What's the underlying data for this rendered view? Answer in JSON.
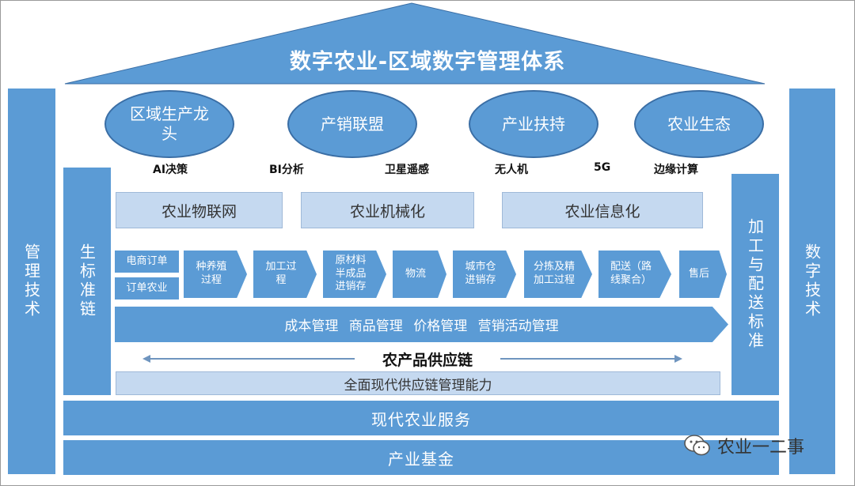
{
  "title": "数字农业-区域数字管理体系",
  "left_outer_pillar": "管理技术",
  "right_outer_pillar": "数字技术",
  "left_inner_pillar": "生标准链",
  "right_inner_pillar": "加工与配送标准",
  "ellipses": [
    {
      "label": "区域生产龙头"
    },
    {
      "label": "产销联盟"
    },
    {
      "label": "产业扶持"
    },
    {
      "label": "农业生态"
    }
  ],
  "technologies": [
    "AI决策",
    "BI分析",
    "卫星遥感",
    "无人机",
    "5G",
    "边缘计算"
  ],
  "capabilities": [
    "农业物联网",
    "农业机械化",
    "农业信息化"
  ],
  "order_inputs": [
    "电商订单",
    "订单农业"
  ],
  "process_steps": [
    "种养殖过程",
    "加工过程",
    "原材料半成品进销存",
    "物流",
    "城市仓进销存",
    "分拣及精加工过程",
    "配送（路线聚合）",
    "售后"
  ],
  "management_bar": "成本管理 商品管理 价格管理 营销活动管理",
  "supply_chain_label": "农产品供应链",
  "supply_chain_capability": "全面现代供应链管理能力",
  "modern_service": "现代农业服务",
  "industry_fund": "产业基金",
  "watermark": "农业一二事",
  "colors": {
    "primary_blue": "#5b9bd5",
    "light_blue": "#c5d9f0",
    "roof_blue": "#5b9bd5"
  }
}
